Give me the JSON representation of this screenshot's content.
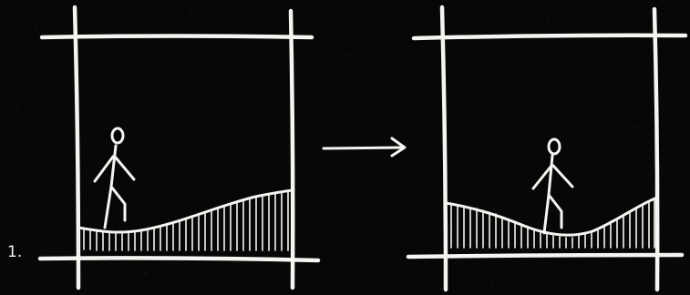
{
  "step_number": "1.",
  "panels": [
    {
      "name": "before",
      "figure": "walking-stick-figure",
      "terrain": "rising-hill"
    },
    {
      "name": "after",
      "figure": "walking-stick-figure",
      "terrain": "valley"
    }
  ],
  "transition_icon": "right-arrow-icon",
  "colors": {
    "background": "#070707",
    "chalk": "#f4f4f0"
  }
}
